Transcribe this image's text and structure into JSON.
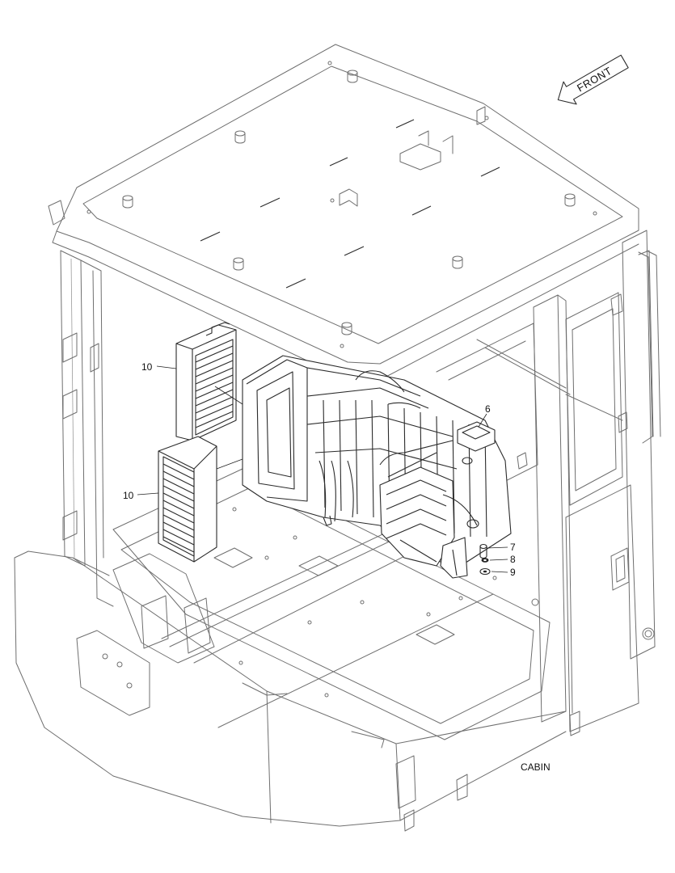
{
  "front_label": "FRONT",
  "caption": "CABIN",
  "callouts": {
    "filter_upper": "10",
    "filter_lower": "10",
    "duct": "6",
    "bolt": "7",
    "washer": "8",
    "spacer": "9"
  }
}
